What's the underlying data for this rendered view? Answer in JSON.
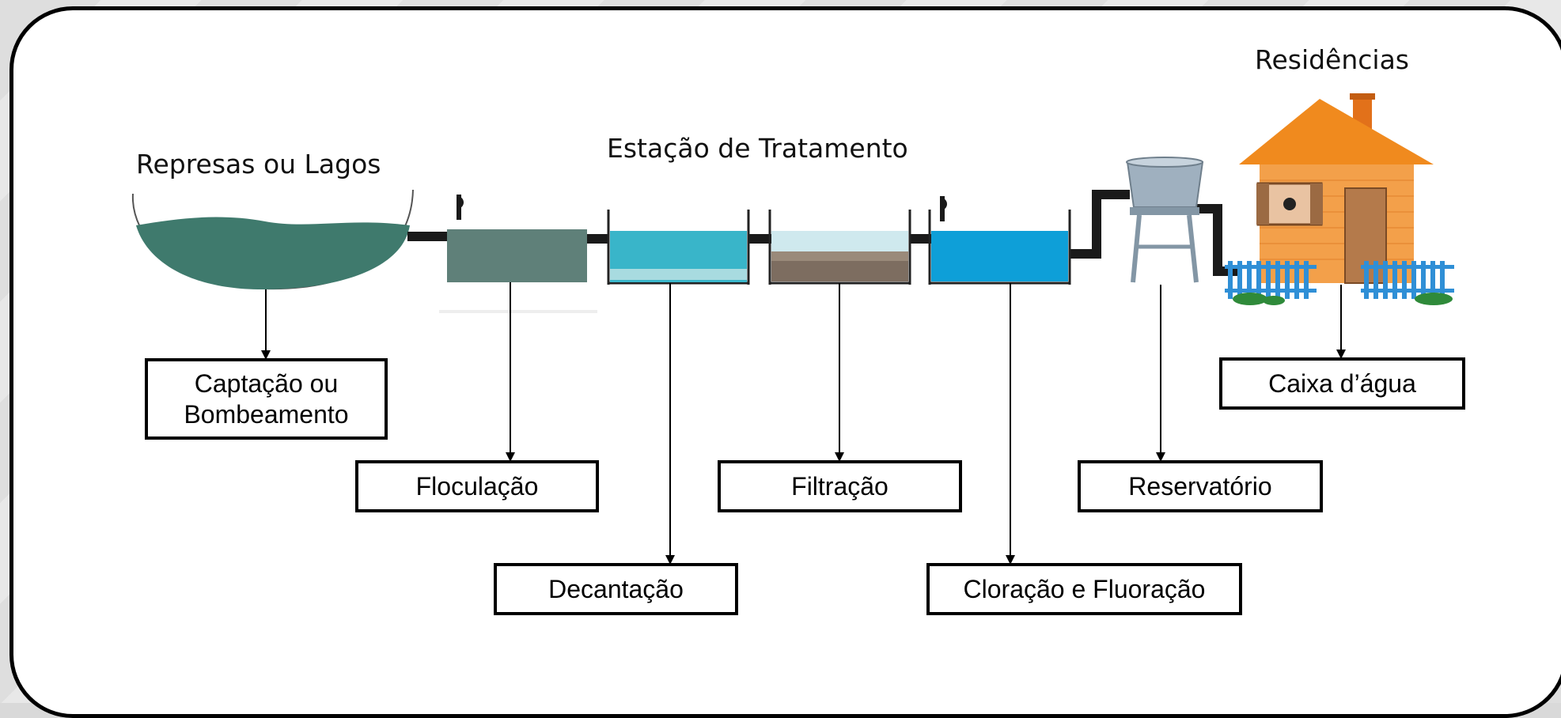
{
  "titles": {
    "lake": "Represas ou Lagos",
    "station": "Estação de Tratamento",
    "homes": "Residências"
  },
  "steps": {
    "capture_line1": "Captação ou",
    "capture_line2": "Bombeamento",
    "flocculation": "Floculação",
    "decantation": "Decantação",
    "filtration": "Filtração",
    "chlorination": "Cloração e Fluoração",
    "reservoir": "Reservatório",
    "water_tank": "Caixa d’água"
  },
  "colors": {
    "lake_water": "#3f7a6d",
    "flocculation_tank": "#5f8079",
    "decantation_water": "#39b5c9",
    "chlorination_water": "#0e9fd8",
    "house": "#f08a1e",
    "fence": "#2f8fd6"
  }
}
